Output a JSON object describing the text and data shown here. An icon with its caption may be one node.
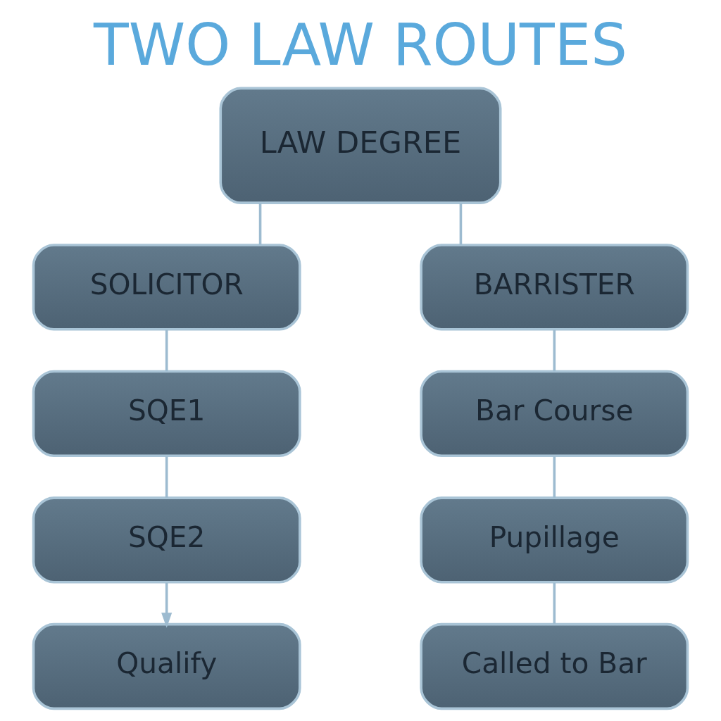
{
  "diagram": {
    "title": "TWO LAW ROUTES",
    "nodes": [
      {
        "text": [
          "LAW DEGREE"
        ]
      },
      {
        "text": [
          "SOLICITOR"
        ]
      },
      {
        "text": [
          "BARRISTER"
        ]
      },
      {
        "text": [
          "SQE1"
        ]
      },
      {
        "text": [
          "Bar Course"
        ]
      },
      {
        "text": [
          "SQE2"
        ]
      },
      {
        "text": [
          "Pupillage"
        ]
      },
      {
        "text": [
          "Qualify"
        ]
      },
      {
        "text": [
          "Called to Bar"
        ]
      }
    ],
    "edges": [
      {
        "from": 0,
        "to": 1,
        "arrow": "none"
      },
      {
        "from": 0,
        "to": 2,
        "arrow": "none"
      },
      {
        "from": 1,
        "to": 3,
        "arrow": "none"
      },
      {
        "from": 3,
        "to": 5,
        "arrow": "none"
      },
      {
        "from": 5,
        "to": 7,
        "arrow": "to"
      },
      {
        "from": 2,
        "to": 4,
        "arrow": "none"
      },
      {
        "from": 4,
        "to": 6,
        "arrow": "none"
      },
      {
        "from": 6,
        "to": 8,
        "arrow": "none"
      }
    ]
  }
}
